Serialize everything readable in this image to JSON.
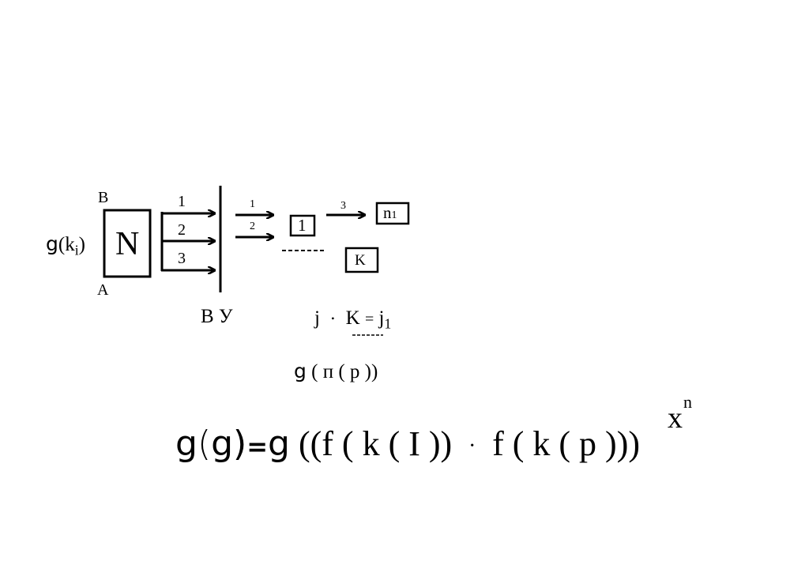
{
  "diagram": {
    "input_label": {
      "g": "g",
      "open": "(k",
      "sub": "i",
      "close": ")"
    },
    "corner_top": "B",
    "corner_bottom": "A",
    "block_label": "N",
    "branch_labels": [
      "1",
      "2",
      "3"
    ],
    "divider_label": "В У",
    "small_arrow_labels": [
      "1",
      "2"
    ],
    "box_one_label": "1",
    "arrow_three_label": "3",
    "box_n_label": "n",
    "box_n_sub": "1",
    "box_k_label": "K",
    "equation": {
      "j": "j",
      "dot": "•",
      "k": "K",
      "eq": "=",
      "j1": "j",
      "j1_sub": "1"
    },
    "expr_g_p": {
      "g": "g",
      "rest": "( п ( p ))"
    },
    "main_formula": {
      "lhs_g": "g",
      "lhs_paren": "(",
      "lhs_arg": "g",
      "lhs_close": ")",
      "eq": "=",
      "rhs_g": "g",
      "part1": "((f ( k ( I ))",
      "dot": "•",
      "part2": "f ( k ( p )))",
      "power_base": "x",
      "power_exp": "n"
    }
  }
}
